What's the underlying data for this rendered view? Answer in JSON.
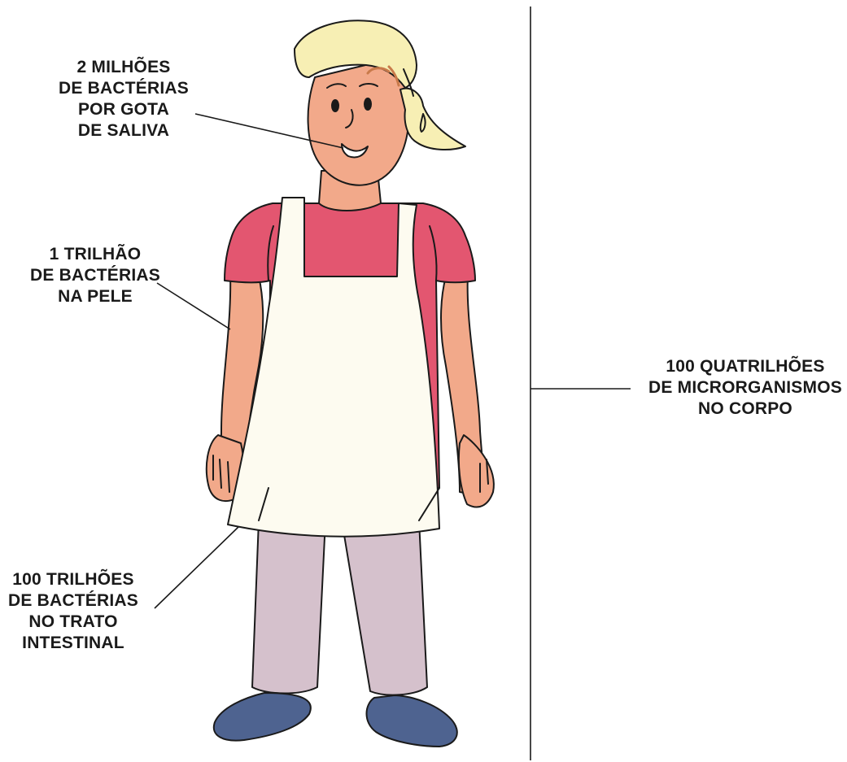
{
  "annotations": {
    "saliva": {
      "lines": [
        "2 MILHÕES",
        "DE BACTÉRIAS",
        "POR GOTA",
        "DE SALIVA"
      ]
    },
    "skin": {
      "lines": [
        "1 TRILHÃO",
        "DE BACTÉRIAS",
        "NA PELE"
      ]
    },
    "intestine": {
      "lines": [
        "100 TRILHÕES",
        "DE BACTÉRIAS",
        "NO TRATO",
        "INTESTINAL"
      ]
    },
    "body": {
      "lines": [
        "100 QUATRILHÕES",
        "DE MICRORGANISMOS",
        "NO CORPO"
      ]
    }
  },
  "colors": {
    "skin": "#f2a98a",
    "shirt": "#e35670",
    "apron": "#fdfbf0",
    "pants": "#d5c1cc",
    "shoes": "#4e6390",
    "hair": "#f7efb4",
    "hair_brown": "#c97a4a",
    "outline": "#1a1a1a"
  }
}
